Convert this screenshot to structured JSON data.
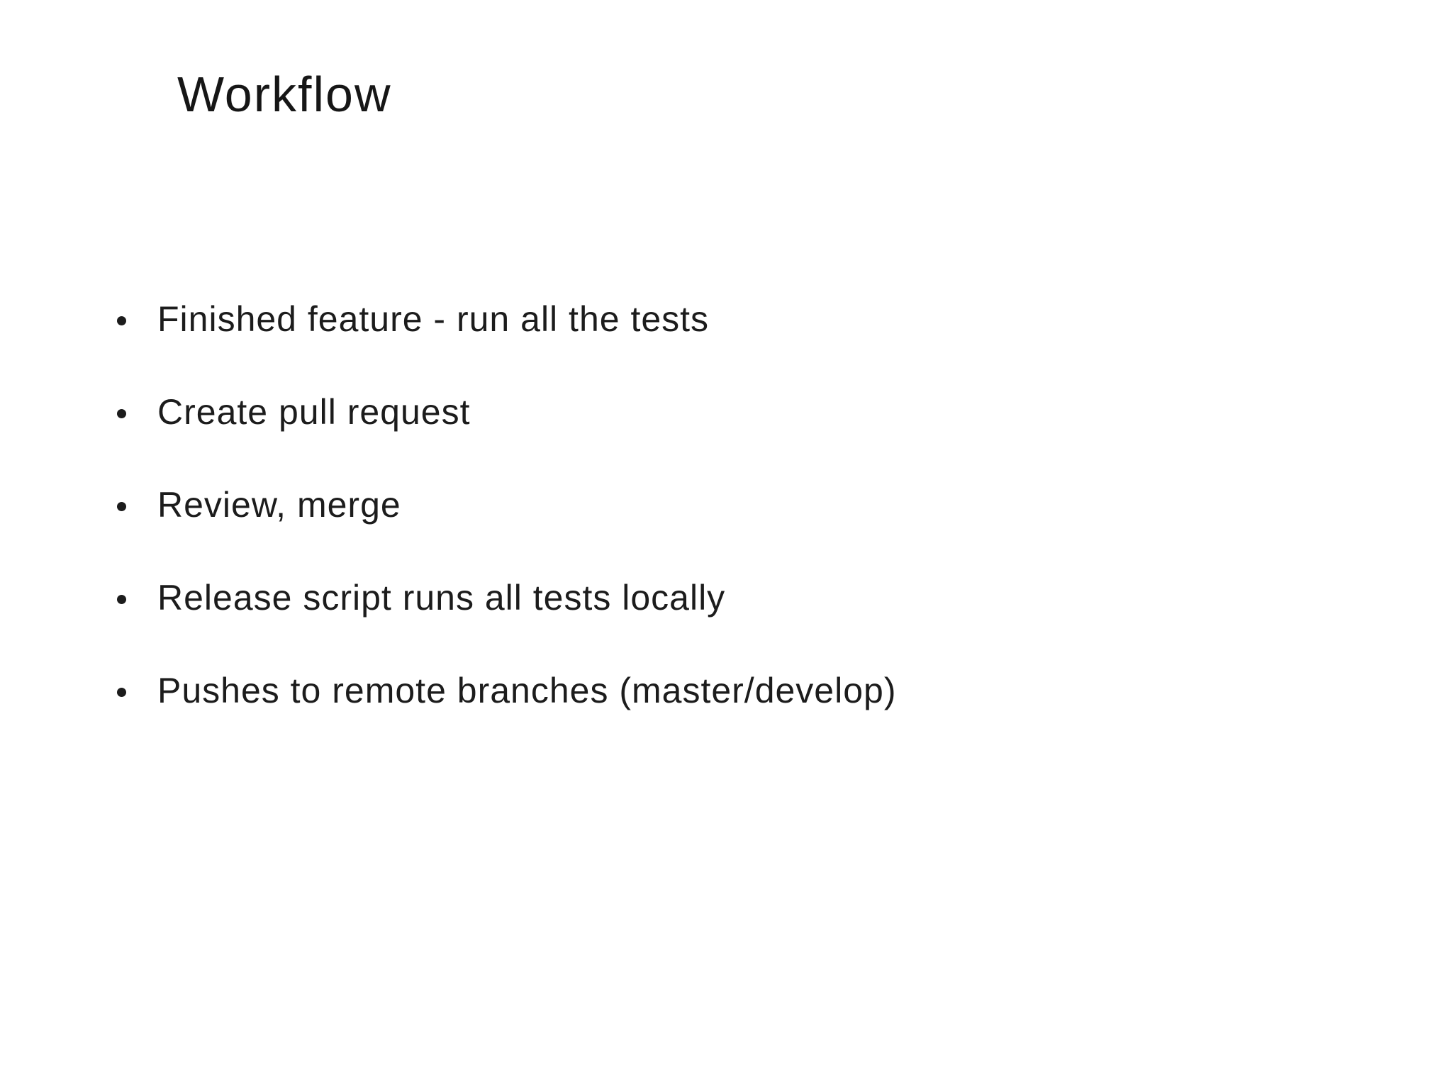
{
  "slide": {
    "title": "Workflow",
    "bullets": [
      "Finished feature - run all the tests",
      "Create pull request",
      "Review, merge",
      "Release script runs all tests locally",
      "Pushes to remote branches (master/develop)"
    ],
    "colors": {
      "background": "#ffffff",
      "text": "#1c1c1c"
    }
  }
}
